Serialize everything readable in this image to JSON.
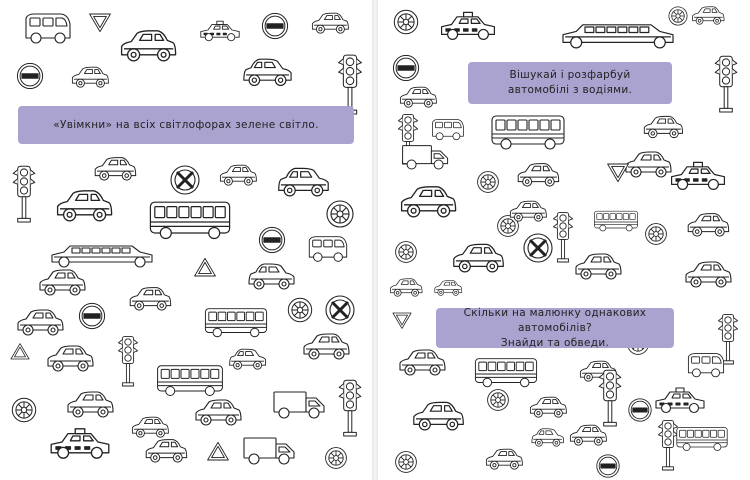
{
  "left_page": {
    "instruction": "«Увімкни» на всіх світлофорах зелене світло."
  },
  "right_page": {
    "instruction_top_line1": "Вішукай і розфарбуй",
    "instruction_top_line2": "автомобілі з водіями.",
    "instruction_bottom_line1": "Скільки на малюнку однакових автомобілів?",
    "instruction_bottom_line2": "Знайди та обведи."
  },
  "colors": {
    "banner": "#aaa3cf",
    "line_art": "#222222",
    "paper": "#ffffff"
  },
  "icons": [
    "car-icon",
    "bus-icon",
    "limousine-icon",
    "traffic-light-icon",
    "no-entry-sign-icon",
    "yield-sign-icon",
    "wheel-icon",
    "taxi-icon",
    "truck-icon",
    "van-icon"
  ]
}
